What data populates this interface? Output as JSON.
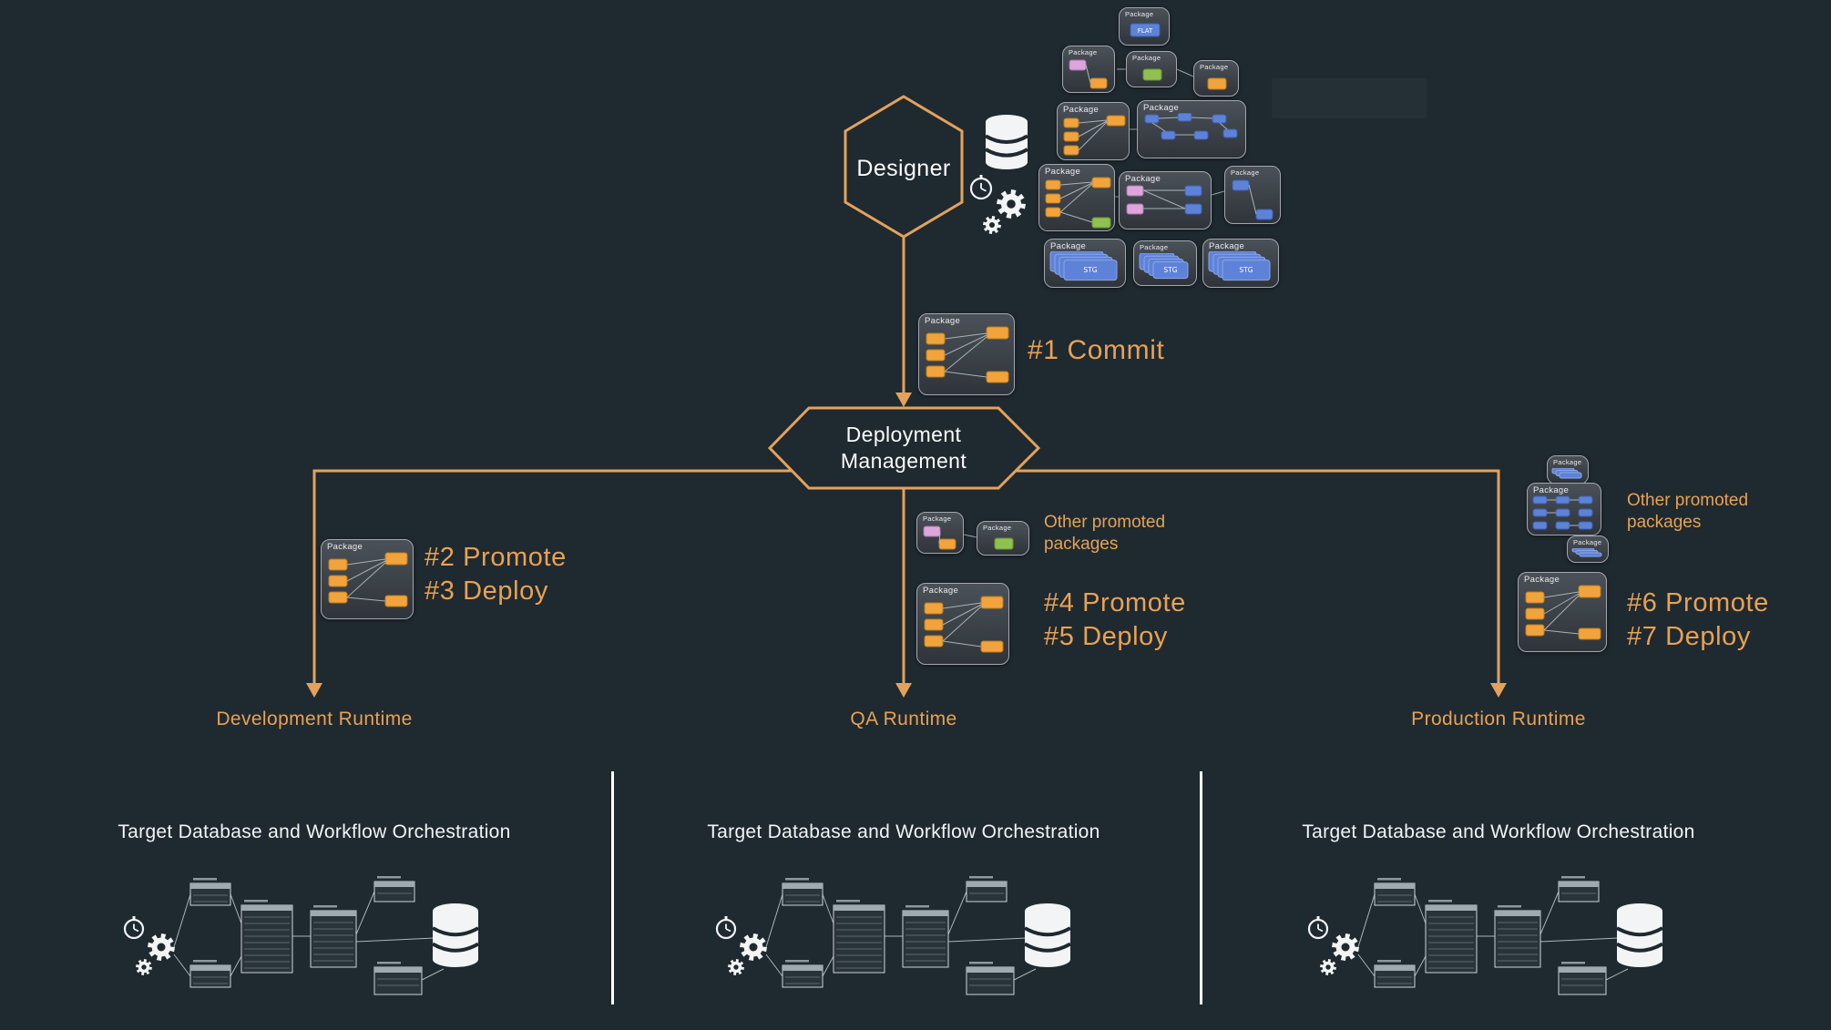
{
  "colors": {
    "background": "#1f2930",
    "accent_orange": "#e3a25b",
    "text_orange": "#e8a254",
    "white": "#f2f4f5",
    "block_orange": "#f2a33c",
    "block_green": "#90c04f",
    "block_blue": "#5d82d8",
    "block_pink": "#dca6dc"
  },
  "nodes": {
    "designer": {
      "label": "Designer"
    },
    "deployment_management": {
      "label": "Deployment Management",
      "line1": "Deployment",
      "line2": "Management"
    }
  },
  "steps": {
    "commit": "#1 Commit",
    "promote_dev": "#2 Promote",
    "deploy_dev": "#3 Deploy",
    "promote_qa": "#4 Promote",
    "deploy_qa": "#5 Deploy",
    "promote_prod": "#6 Promote",
    "deploy_prod": "#7 Deploy"
  },
  "labels": {
    "package": "Package",
    "other_promoted_packages": "Other promoted packages",
    "stg": "STG",
    "flat": "FLAT"
  },
  "runtimes": [
    {
      "name": "Development Runtime"
    },
    {
      "name": "QA Runtime"
    },
    {
      "name": "Production Runtime"
    }
  ],
  "sections": [
    {
      "title": "Target Database and Workflow Orchestration"
    },
    {
      "title": "Target Database and Workflow Orchestration"
    },
    {
      "title": "Target Database and Workflow Orchestration"
    }
  ]
}
